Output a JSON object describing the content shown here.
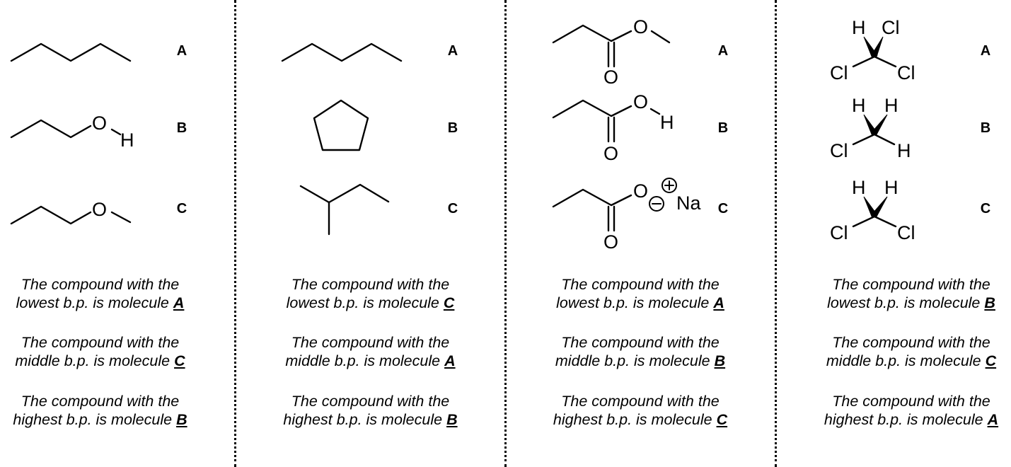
{
  "panels": [
    {
      "molecules": [
        {
          "letter": "A"
        },
        {
          "letter": "B",
          "atoms": [
            "O",
            "H"
          ]
        },
        {
          "letter": "C",
          "atoms": [
            "O"
          ]
        }
      ],
      "statements": [
        {
          "line1": "The compound with the",
          "line2": "lowest b.p. is molecule",
          "answer": "A"
        },
        {
          "line1": "The compound with the",
          "line2": "middle b.p. is molecule",
          "answer": "C"
        },
        {
          "line1": "The compound with the",
          "line2": "highest b.p. is molecule",
          "answer": "B"
        }
      ]
    },
    {
      "molecules": [
        {
          "letter": "A"
        },
        {
          "letter": "B"
        },
        {
          "letter": "C"
        }
      ],
      "statements": [
        {
          "line1": "The compound with the",
          "line2": "lowest b.p. is molecule",
          "answer": "C"
        },
        {
          "line1": "The compound with the",
          "line2": "middle b.p. is molecule",
          "answer": "A"
        },
        {
          "line1": "The compound with the",
          "line2": "highest b.p. is molecule",
          "answer": "B"
        }
      ]
    },
    {
      "molecules": [
        {
          "letter": "A",
          "atoms": [
            "O",
            "O"
          ]
        },
        {
          "letter": "B",
          "atoms": [
            "O",
            "O",
            "H"
          ]
        },
        {
          "letter": "C",
          "atoms": [
            "O",
            "O",
            "Na"
          ]
        }
      ],
      "statements": [
        {
          "line1": "The compound with the",
          "line2": "lowest b.p. is molecule",
          "answer": "A"
        },
        {
          "line1": "The compound with the",
          "line2": "middle b.p. is molecule",
          "answer": "B"
        },
        {
          "line1": "The compound with the",
          "line2": "highest b.p. is molecule",
          "answer": "C"
        }
      ]
    },
    {
      "molecules": [
        {
          "letter": "A",
          "atoms": [
            "H",
            "Cl",
            "Cl",
            "Cl"
          ]
        },
        {
          "letter": "B",
          "atoms": [
            "H",
            "H",
            "Cl",
            "H"
          ]
        },
        {
          "letter": "C",
          "atoms": [
            "H",
            "H",
            "Cl",
            "Cl"
          ]
        }
      ],
      "statements": [
        {
          "line1": "The compound with the",
          "line2": "lowest b.p. is molecule",
          "answer": "B"
        },
        {
          "line1": "The compound with the",
          "line2": "middle b.p. is molecule",
          "answer": "C"
        },
        {
          "line1": "The compound with the",
          "line2": "highest b.p. is molecule",
          "answer": "A"
        }
      ]
    }
  ]
}
